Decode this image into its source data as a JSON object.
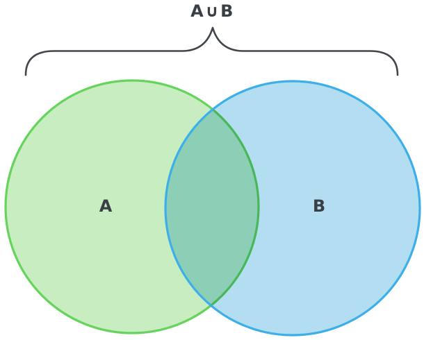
{
  "diagram": {
    "title": "A∪B",
    "set_a": {
      "label": "A"
    },
    "set_b": {
      "label": "B"
    }
  },
  "colors": {
    "background": "#ffffff",
    "text": "#3a3f45",
    "brace": "#40464c",
    "set_a_stroke": "#66d35c",
    "set_a_fill": "#c8edc1",
    "set_b_stroke": "#3dafe8",
    "set_b_fill": "#b3def1",
    "overlap_result": "#88cfbc"
  }
}
